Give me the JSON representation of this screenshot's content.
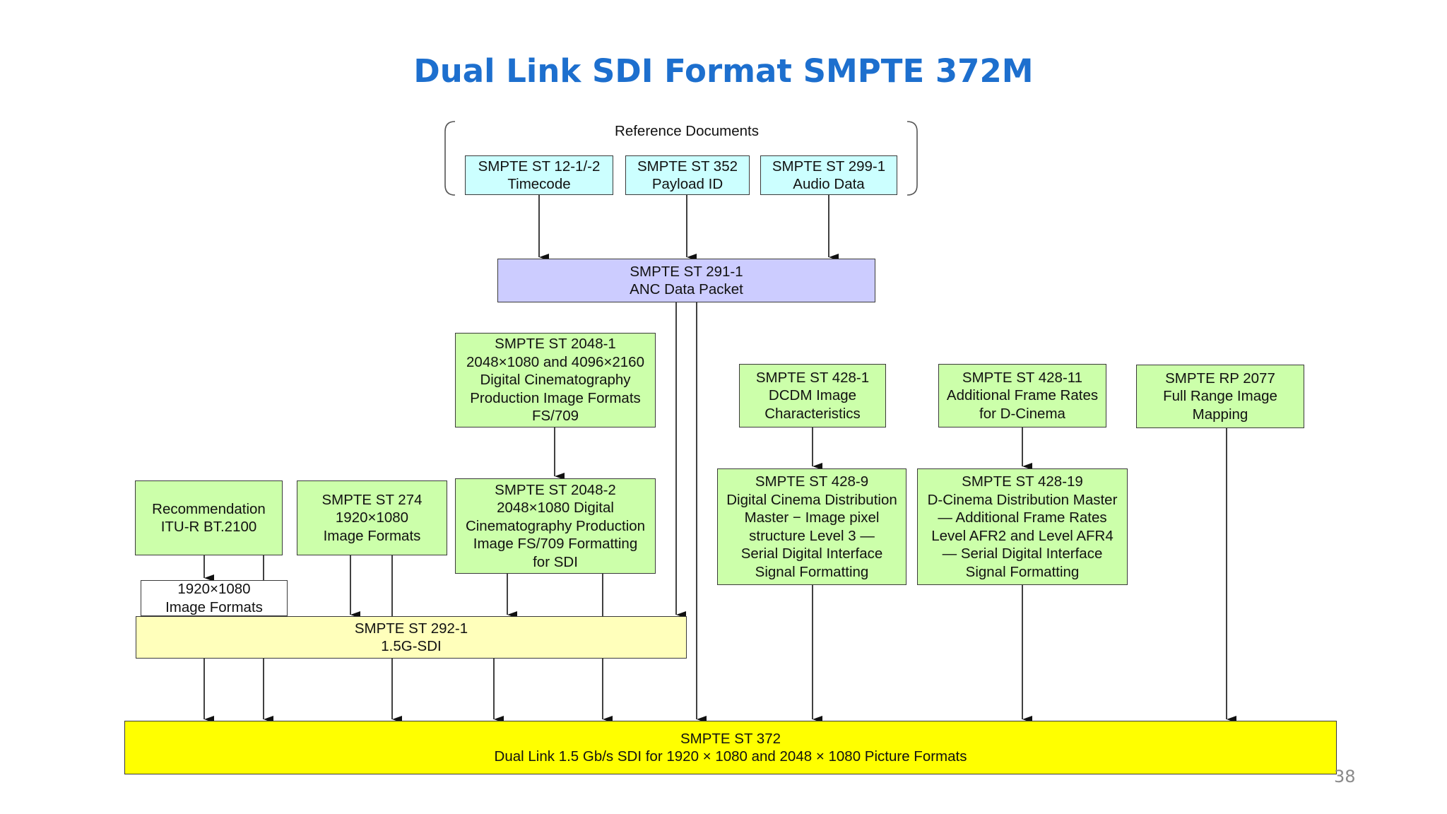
{
  "slide": {
    "title": "Dual Link SDI Format SMPTE 372M",
    "page_number": "38"
  },
  "reference_group": {
    "label": "Reference Documents"
  },
  "boxes": {
    "st12": [
      "SMPTE ST 12-1/-2",
      "Timecode"
    ],
    "st352": [
      "SMPTE ST 352",
      "Payload ID"
    ],
    "st299": [
      "SMPTE ST 299-1",
      "Audio Data"
    ],
    "st291": [
      "SMPTE ST 291-1",
      "ANC Data Packet"
    ],
    "st2048_1": [
      "SMPTE ST 2048-1",
      "2048×1080 and 4096×2160",
      "Digital Cinematography",
      "Production Image Formats",
      "FS/709"
    ],
    "st428_1": [
      "SMPTE ST 428-1",
      "DCDM Image",
      "Characteristics"
    ],
    "st428_11": [
      "SMPTE ST 428-11",
      "Additional Frame Rates",
      "for D-Cinema"
    ],
    "rp2077": [
      "SMPTE RP 2077",
      "Full Range Image",
      "Mapping"
    ],
    "bt2100": [
      "Recommendation",
      "ITU-R BT.2100"
    ],
    "st274": [
      "SMPTE ST 274",
      "1920×1080",
      "Image Formats"
    ],
    "st2048_2": [
      "SMPTE ST 2048-2",
      "2048×1080 Digital",
      "Cinematography Production",
      "Image FS/709 Formatting",
      "for SDI"
    ],
    "st428_9": [
      "SMPTE ST 428-9",
      "Digital Cinema Distribution",
      "Master − Image pixel",
      "structure Level 3 —",
      "Serial Digital Interface",
      "Signal Formatting"
    ],
    "st428_19": [
      "SMPTE ST 428-19",
      "D-Cinema Distribution Master",
      "— Additional Frame Rates",
      "Level AFR2 and Level AFR4",
      "— Serial Digital Interface",
      "Signal Formatting"
    ],
    "fmt1080": [
      "1920×1080",
      "Image Formats"
    ],
    "st292": [
      "SMPTE ST 292-1",
      "1.5G-SDI"
    ],
    "st372": [
      "SMPTE ST 372",
      "Dual Link 1.5 Gb/s SDI for 1920 × 1080 and 2048 × 1080 Picture Formats"
    ]
  },
  "colors": {
    "title": "#1d6fce",
    "reference": "#ccffff",
    "anc": "#ccccff",
    "standard": "#ccffaa",
    "interface": "#ffffbb",
    "target": "#ffff00",
    "format": "#ffffff"
  }
}
